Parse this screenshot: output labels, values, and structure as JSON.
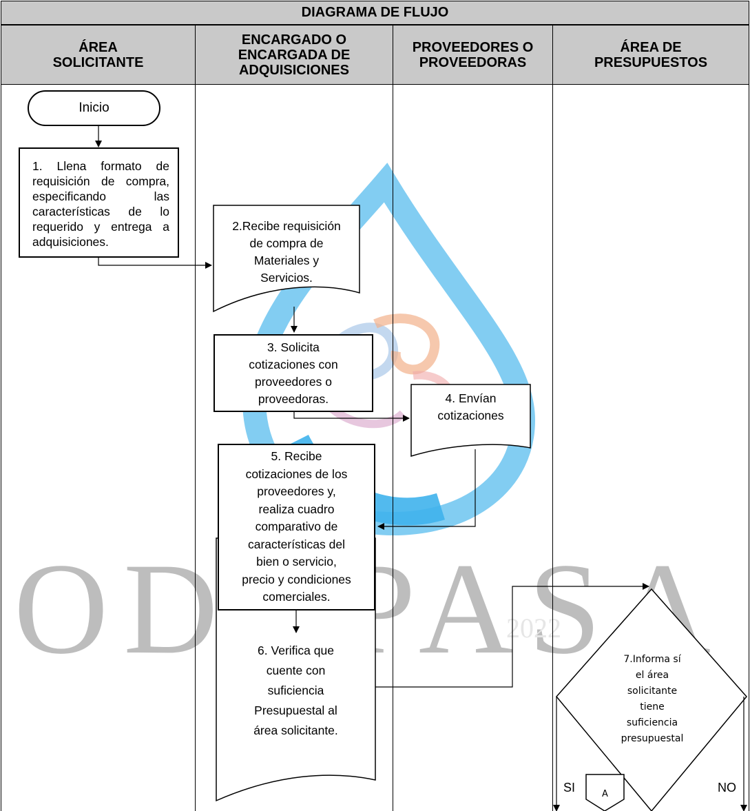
{
  "diagram": {
    "title": "DIAGRAMA DE FLUJO",
    "lanes": [
      "ÁREA\nSOLICITANTE",
      "ENCARGADO O\nENCARGADA DE\nADQUISICIONES",
      "PROVEEDORES O\nPROVEEDORAS",
      "ÁREA DE\nPRESUPUESTOS"
    ],
    "start": "Inicio",
    "steps": {
      "s1": "1. Llena formato de requisición de compra, especificando las características de lo requerido y entrega a adquisiciones.",
      "s2": "2.Recibe requisición\nde compra de\nMateriales y\nServicios.",
      "s3": "3. Solicita\ncotizaciones con\nproveedores o\nproveedoras.",
      "s4": "4. Envían\ncotizaciones",
      "s5": "5. Recibe\ncotizaciones de los\nproveedores y,\nrealiza cuadro\ncomparativo de\ncaracterísticas del\nbien o servicio,\nprecio y condiciones\ncomerciales.",
      "s6": "6. Verifica que\ncuente con\nsuficiencia\nPresupuestal al\nárea solicitante.",
      "s7": "7.Informa sí\nel área\nsolicitante\ntiene\nsuficiencia\npresupuestal"
    },
    "branch_yes": "SI",
    "branch_no": "NO",
    "connector": "A"
  },
  "watermark": {
    "text": "ODAPASA",
    "year": "2022"
  }
}
